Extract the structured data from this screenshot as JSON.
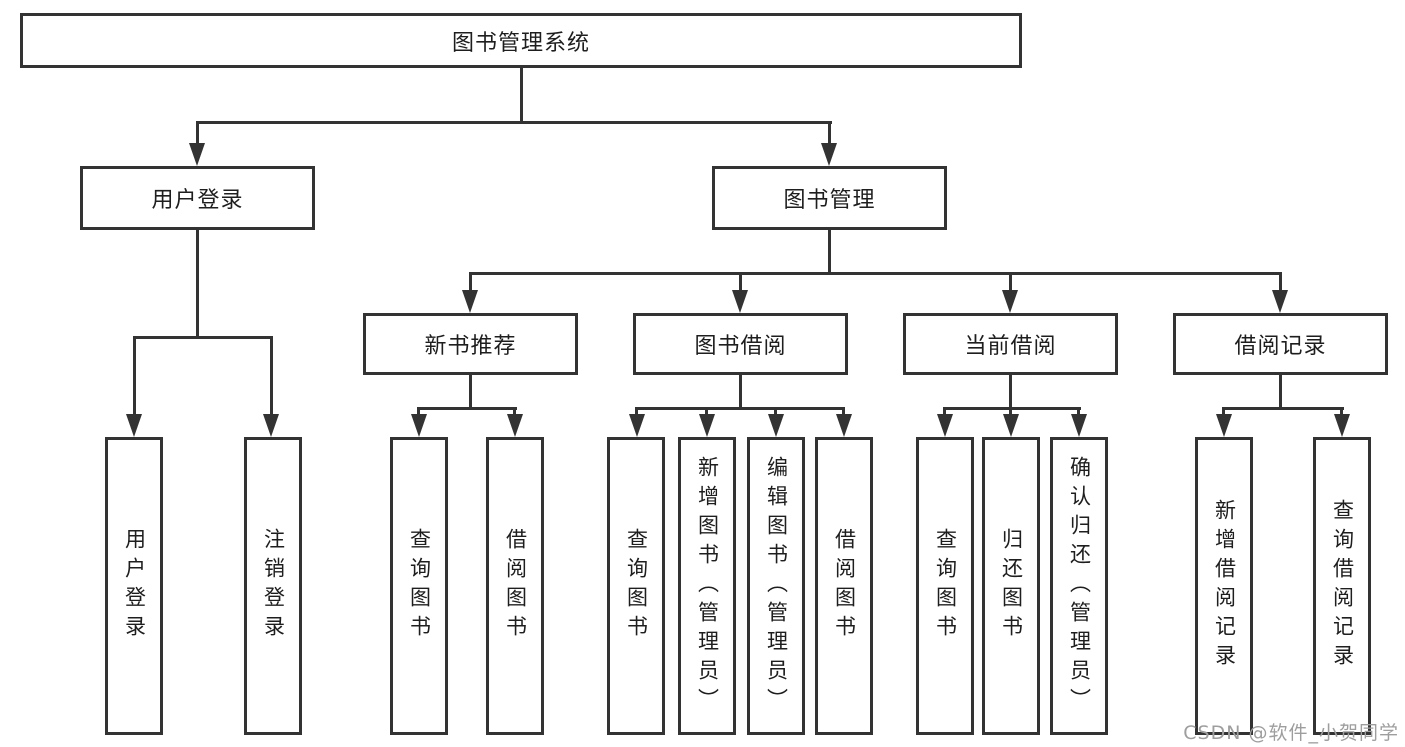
{
  "diagram": {
    "nodes": {
      "root": "图书管理系统",
      "user_login": "用户登录",
      "book_management": "图书管理",
      "new_book_recommend": "新书推荐",
      "book_borrowing": "图书借阅",
      "current_borrowing": "当前借阅",
      "borrowing_records": "借阅记录"
    },
    "leaves": {
      "user_login": [
        "用户登录",
        "注销登录"
      ],
      "new_book_recommend": [
        "查询图书",
        "借阅图书"
      ],
      "book_borrowing": [
        "查询图书",
        "新增图书（管理员）",
        "编辑图书（管理员）",
        "借阅图书"
      ],
      "current_borrowing": [
        "查询图书",
        "归还图书",
        "确认归还（管理员）"
      ],
      "borrowing_records": [
        "新增借阅记录",
        "查询借阅记录"
      ]
    },
    "colors": {
      "line": "#333333",
      "box_border": "#333333",
      "text": "#1e1e1e",
      "watermark": "#9e9e9e",
      "background": "#ffffff"
    },
    "watermark": "CSDN @软件_小贺同学"
  }
}
